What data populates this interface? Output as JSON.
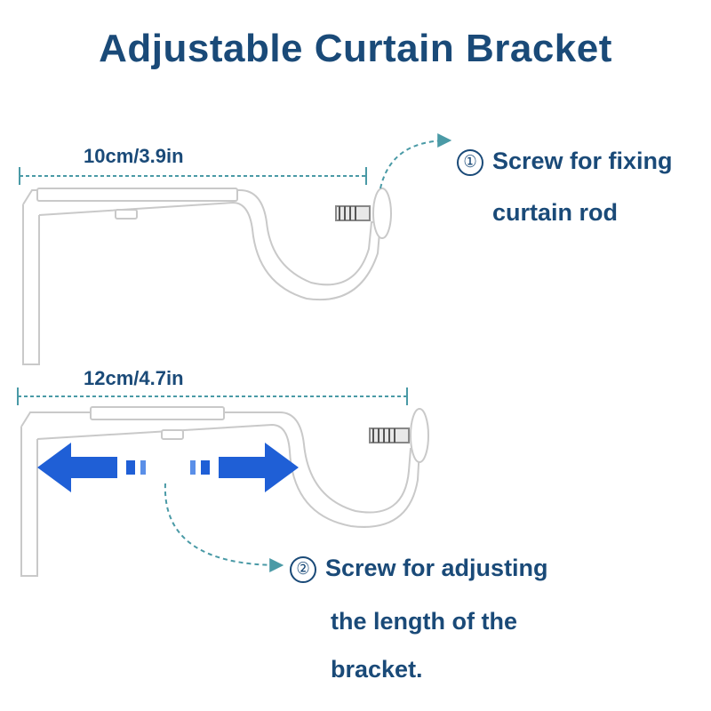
{
  "title": "Adjustable Curtain Bracket",
  "measurements": {
    "top": "10cm/3.9in",
    "bottom": "12cm/4.7in"
  },
  "callouts": [
    {
      "number": "①",
      "lines": [
        "Screw for fixing",
        "curtain rod"
      ]
    },
    {
      "number": "②",
      "lines": [
        "Screw for adjusting",
        "the length of the",
        "bracket."
      ]
    }
  ],
  "colors": {
    "text": "#1a4a78",
    "dimension_line": "#4a9aa6",
    "arrow": "#1f5fd6",
    "bracket_stroke": "#c9c9c9"
  }
}
